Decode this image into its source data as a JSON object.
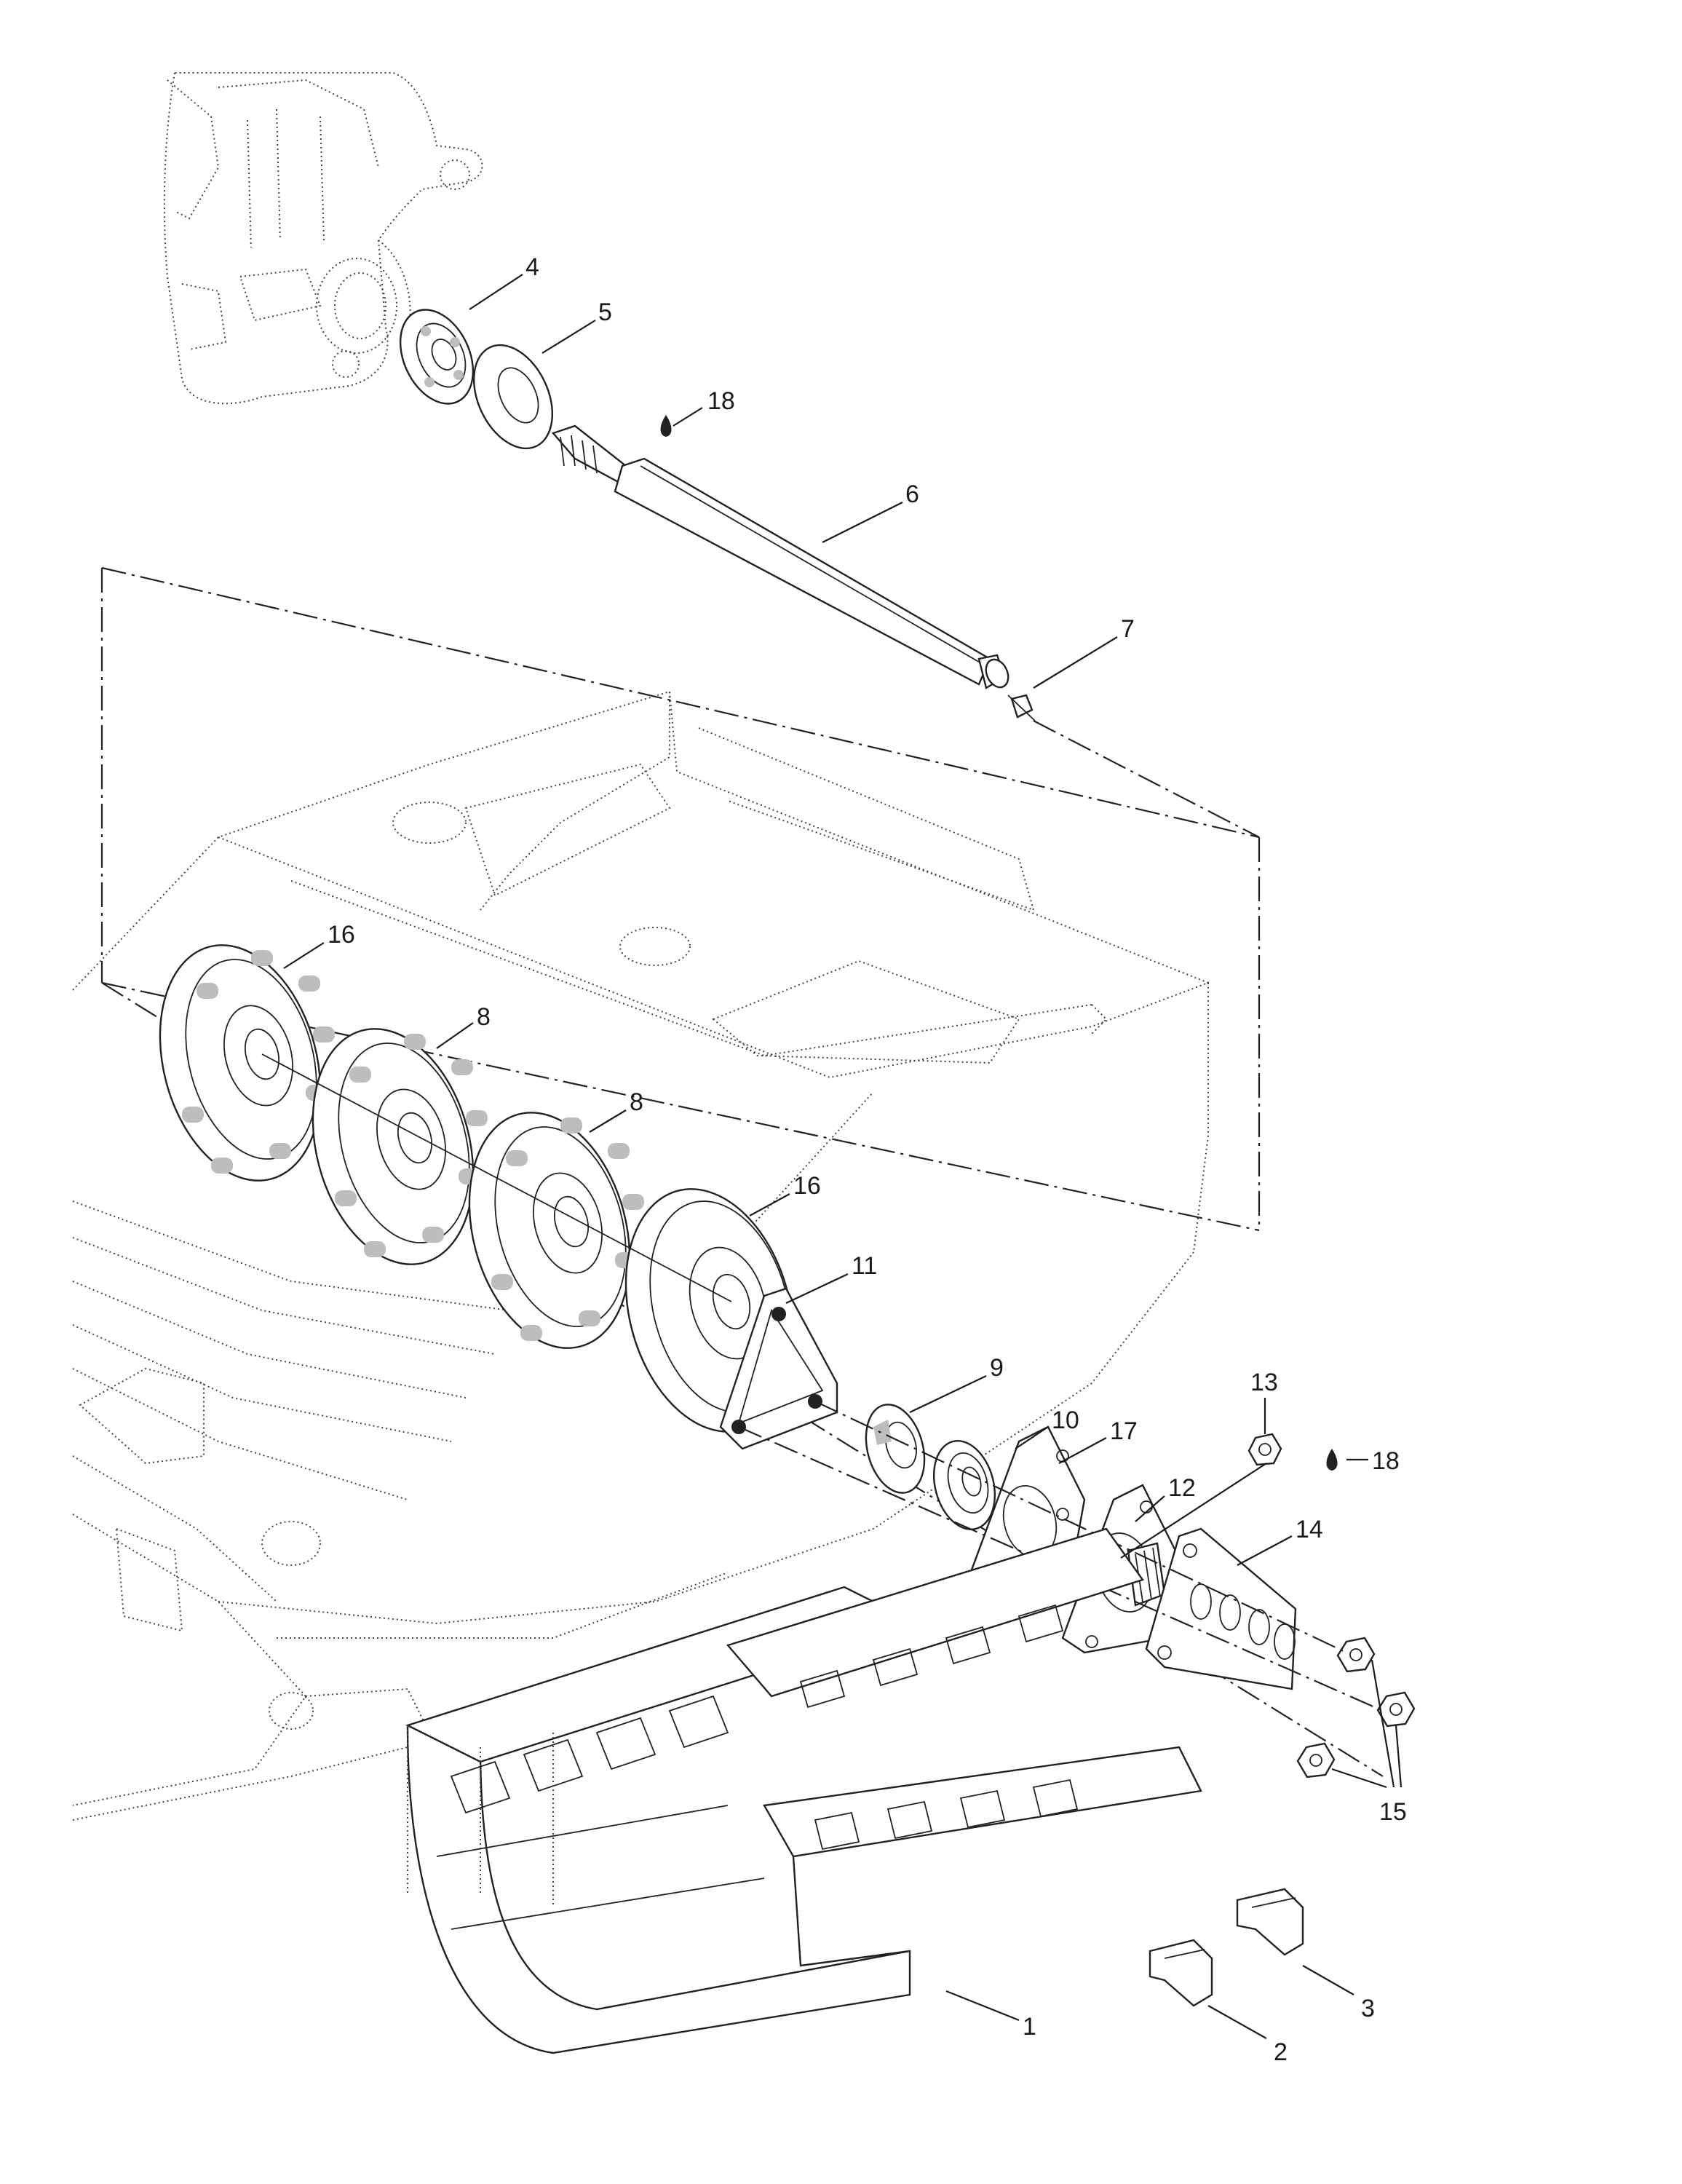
{
  "diagram": {
    "type": "exploded-parts-view",
    "callouts": [
      {
        "id": "c1",
        "label": "1"
      },
      {
        "id": "c2",
        "label": "2"
      },
      {
        "id": "c3",
        "label": "3"
      },
      {
        "id": "c4",
        "label": "4"
      },
      {
        "id": "c5",
        "label": "5"
      },
      {
        "id": "c6",
        "label": "6"
      },
      {
        "id": "c7",
        "label": "7"
      },
      {
        "id": "c8a",
        "label": "8"
      },
      {
        "id": "c8b",
        "label": "8"
      },
      {
        "id": "c9",
        "label": "9"
      },
      {
        "id": "c10",
        "label": "10"
      },
      {
        "id": "c11",
        "label": "11"
      },
      {
        "id": "c12",
        "label": "12"
      },
      {
        "id": "c13",
        "label": "13"
      },
      {
        "id": "c14",
        "label": "14"
      },
      {
        "id": "c15",
        "label": "15"
      },
      {
        "id": "c16a",
        "label": "16"
      },
      {
        "id": "c16b",
        "label": "16"
      },
      {
        "id": "c17",
        "label": "17"
      },
      {
        "id": "c18a",
        "label": "18"
      },
      {
        "id": "c18b",
        "label": "18"
      }
    ]
  }
}
